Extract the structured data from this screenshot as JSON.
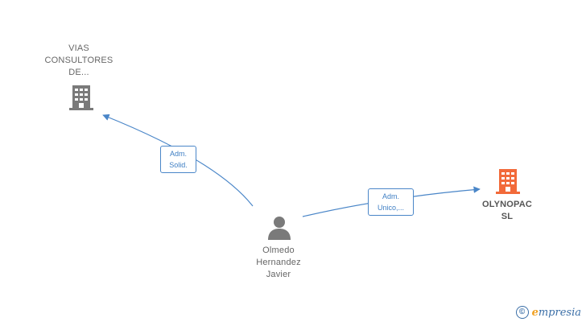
{
  "nodes": {
    "vias": {
      "lines": [
        "VIAS",
        "CONSULTORES",
        "DE..."
      ],
      "color": "#7a7a7a"
    },
    "olynopac": {
      "lines": [
        "OLYNOPAC",
        "SL"
      ],
      "color": "#f26a3a"
    },
    "person": {
      "lines": [
        "Olmedo",
        "Hernandez",
        "Javier"
      ],
      "color": "#7a7a7a"
    }
  },
  "edges": {
    "to_vias": {
      "lines": [
        "Adm.",
        "Solid."
      ]
    },
    "to_olynopac": {
      "lines": [
        "Adm.",
        "Unico,..."
      ]
    }
  },
  "colors": {
    "edge": "#4a86c8"
  },
  "brand": {
    "copyright": "©",
    "first_letter": "e",
    "rest": "mpresia"
  }
}
